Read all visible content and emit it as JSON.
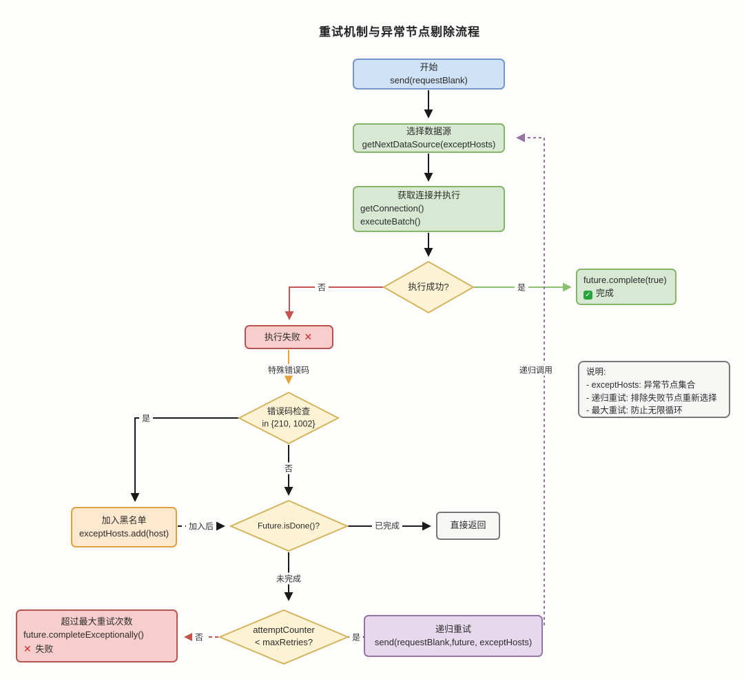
{
  "title": "重试机制与异常节点剔除流程",
  "nodes": {
    "start": {
      "line1": "开始",
      "line2": "send(requestBlank)"
    },
    "select_ds": {
      "line1": "选择数据源",
      "line2": "getNextDataSource(exceptHosts)"
    },
    "get_conn": {
      "line1": "获取连接并执行",
      "line2": "getConnection()",
      "line3": "executeBatch()"
    },
    "exec_success": {
      "line1": "执行成功?"
    },
    "complete": {
      "line1": "future.complete(true)",
      "line2": "完成"
    },
    "exec_fail": {
      "line1": "执行失败"
    },
    "error_check": {
      "line1": "错误码检查",
      "line2": "in {210, 1002}"
    },
    "blacklist": {
      "line1": "加入黑名单",
      "line2": "exceptHosts.add(host)"
    },
    "is_done": {
      "line1": "Future.isDone()?"
    },
    "direct_return": {
      "line1": "直接返回"
    },
    "attempt_check": {
      "line1": "attemptCounter",
      "line2": "< maxRetries?"
    },
    "recursive_retry": {
      "line1": "递归重试",
      "line2": "send(requestBlank,future, exceptHosts)"
    },
    "max_retries": {
      "line1": "超过最大重试次数",
      "line2": "future.completeExceptionally()",
      "line3": "失败"
    }
  },
  "edges": {
    "yes_success": "是",
    "no_success": "否",
    "special_error_code": "特殊错误码",
    "yes_error_code": "是",
    "no_error_code": "否",
    "after_add": "加入后",
    "done": "已完成",
    "not_done": "未完成",
    "yes_retry": "是",
    "no_retry": "否",
    "recursive_call": "递归调用"
  },
  "note": {
    "title": "说明:",
    "items": [
      "- exceptHosts: 异常节点集合",
      "- 递归重试: 排除失败节点重新选择",
      "- 最大重试: 防止无限循环"
    ]
  },
  "icons": {
    "check": "✓",
    "cross": "✕"
  },
  "colors": {
    "blue_fill": "#cfe2f6",
    "blue_border": "#7596c8",
    "green_fill": "#d7e9d3",
    "green_border": "#84b566",
    "red_fill": "#f8cecc",
    "red_border": "#b85450",
    "orange_fill": "#ffe8cd",
    "orange_border": "#dda23d",
    "yellow_fill": "#fcf3d4",
    "yellow_border": "#d4b35c",
    "purple_fill": "#e5d9eb",
    "purple_border": "#9673a6",
    "gray_fill": "#f7f7f6",
    "gray_border": "#777777",
    "arrow_black": "#1a1a1a",
    "arrow_red": "#c4524e",
    "arrow_green": "#8cbf6f",
    "arrow_orange": "#e5a33c",
    "arrow_purple": "#9673a6",
    "check_green": "#27a23c",
    "cross_red": "#d02a2a"
  }
}
